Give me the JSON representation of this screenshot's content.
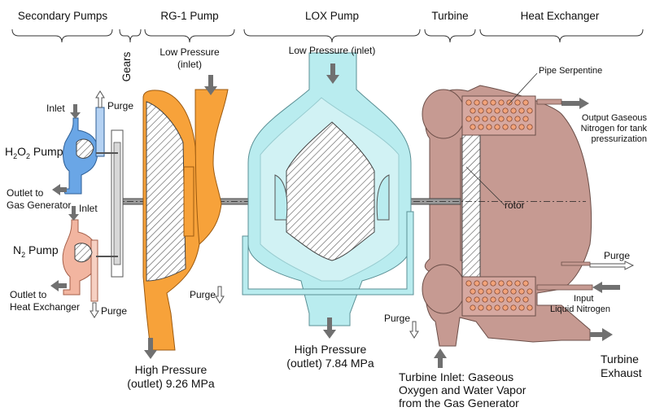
{
  "headers": {
    "secondary_pumps": "Secondary Pumps",
    "gears": "Gears",
    "rg1_pump": "RG-1 Pump",
    "lox_pump": "LOX Pump",
    "turbine": "Turbine",
    "heat_exchanger": "Heat Exchanger"
  },
  "rg1": {
    "low_pressure_1": "Low Pressure",
    "low_pressure_2": "(inlet)",
    "high_pressure_1": "High Pressure",
    "high_pressure_2": "(outlet) 9.26 MPa",
    "purge": "Purge"
  },
  "lox": {
    "low_pressure": "Low Pressure (inlet)",
    "high_pressure_1": "High Pressure",
    "high_pressure_2": "(outlet) 7.84 MPa",
    "purge": "Purge"
  },
  "h2o2": {
    "label_prefix": "H",
    "sub1": "2",
    "label_mid": "O",
    "sub2": "2",
    "label_suffix": " Pump",
    "inlet": "Inlet",
    "purge": "Purge",
    "outlet_1": "Outlet to",
    "outlet_2": "Gas Generator"
  },
  "n2": {
    "label_prefix": "N",
    "sub1": "2",
    "label_suffix": " Pump",
    "inlet": "Inlet",
    "purge": "Purge",
    "outlet_1": "Outlet to",
    "outlet_2": "Heat Exchanger"
  },
  "turbine": {
    "inlet_1": "Turbine Inlet: Gaseous",
    "inlet_2": "Oxygen and Water Vapor",
    "inlet_3": "from the Gas Generator",
    "rotor": "rotor",
    "exhaust_1": "Turbine",
    "exhaust_2": "Exhaust"
  },
  "heat_exchanger": {
    "pipe_serpentine": "Pipe Serpentine",
    "output_1": "Output Gaseous",
    "output_2": "Nitrogen for tank",
    "output_3": "pressurization",
    "purge": "Purge",
    "input_1": "Input",
    "input_2": "Liquid Nitrogen"
  },
  "colors": {
    "orange": "#f7a23a",
    "cyan": "#b9ecef",
    "blue": "#6aa6e6",
    "salmon": "#f2b5a0",
    "mauve": "#c69a92"
  }
}
